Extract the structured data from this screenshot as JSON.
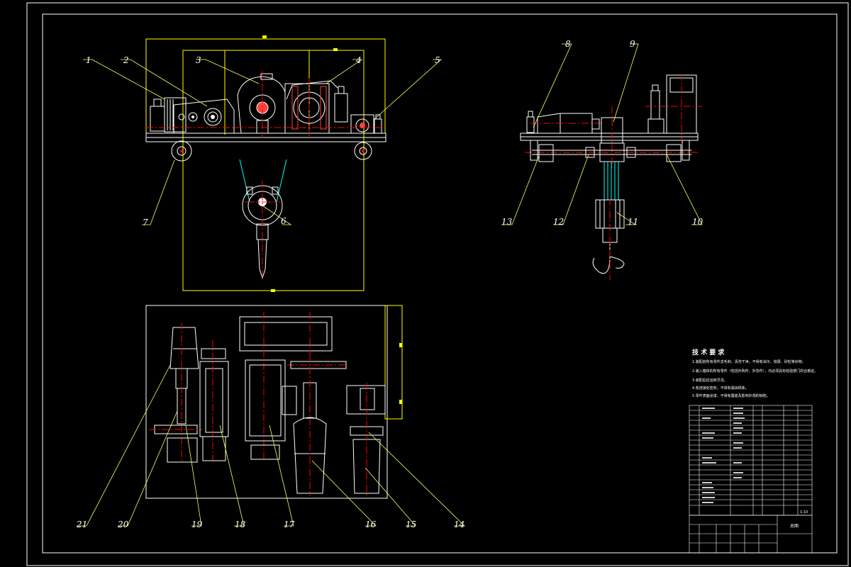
{
  "drawing": {
    "background": "#000000",
    "line_color": "#ffffff",
    "frame_color": "#ffff00",
    "centerline_color": "#ff0000",
    "leader_color": "#ffff66",
    "rope_color": "#00ffff",
    "callouts": [
      "1",
      "2",
      "3",
      "4",
      "5",
      "6",
      "7",
      "8",
      "9",
      "10",
      "11",
      "12",
      "13",
      "14",
      "15",
      "16",
      "17",
      "18",
      "19",
      "20",
      "21"
    ]
  },
  "tech_requirements": {
    "title": "技 术 要 求",
    "lines": [
      "1.装配前所有零件去毛刺，清洗干净，不得有油污、铁屑、砂粒等杂物。",
      "2.装入箱体的所有零件（包括外购件、外协件），均必须具有检验部门的合格证。",
      "3.装配后应运转灵活。",
      "4.各连接处密封，不得有漏油现象。",
      "5.零件表面涂漆，不得有露底及影响外观的缺陷。"
    ]
  },
  "title_block": {
    "drawing_name": "总图",
    "scale": "1:10"
  }
}
